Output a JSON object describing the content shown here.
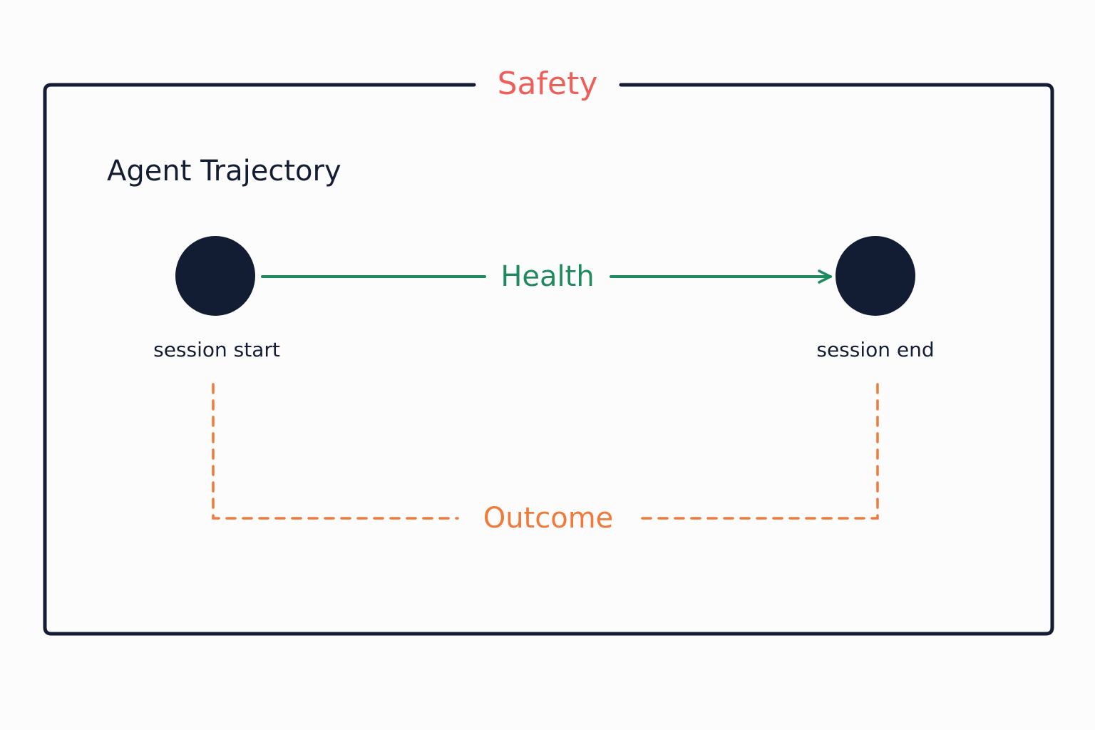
{
  "diagram": {
    "frame_label": "Safety",
    "title": "Agent Trajectory",
    "nodes": [
      {
        "id": "start",
        "caption": "session start"
      },
      {
        "id": "end",
        "caption": "session end"
      }
    ],
    "edges": {
      "forward": {
        "label": "Health",
        "style": "solid-arrow"
      },
      "return": {
        "label": "Outcome",
        "style": "dashed"
      }
    }
  },
  "colors": {
    "frame": "#141d33",
    "node": "#121c33",
    "safety": "#ef5f5a",
    "health": "#1f8a5e",
    "outcome": "#f07a3a",
    "text": "#141d33",
    "background": "#fcfcfc"
  }
}
